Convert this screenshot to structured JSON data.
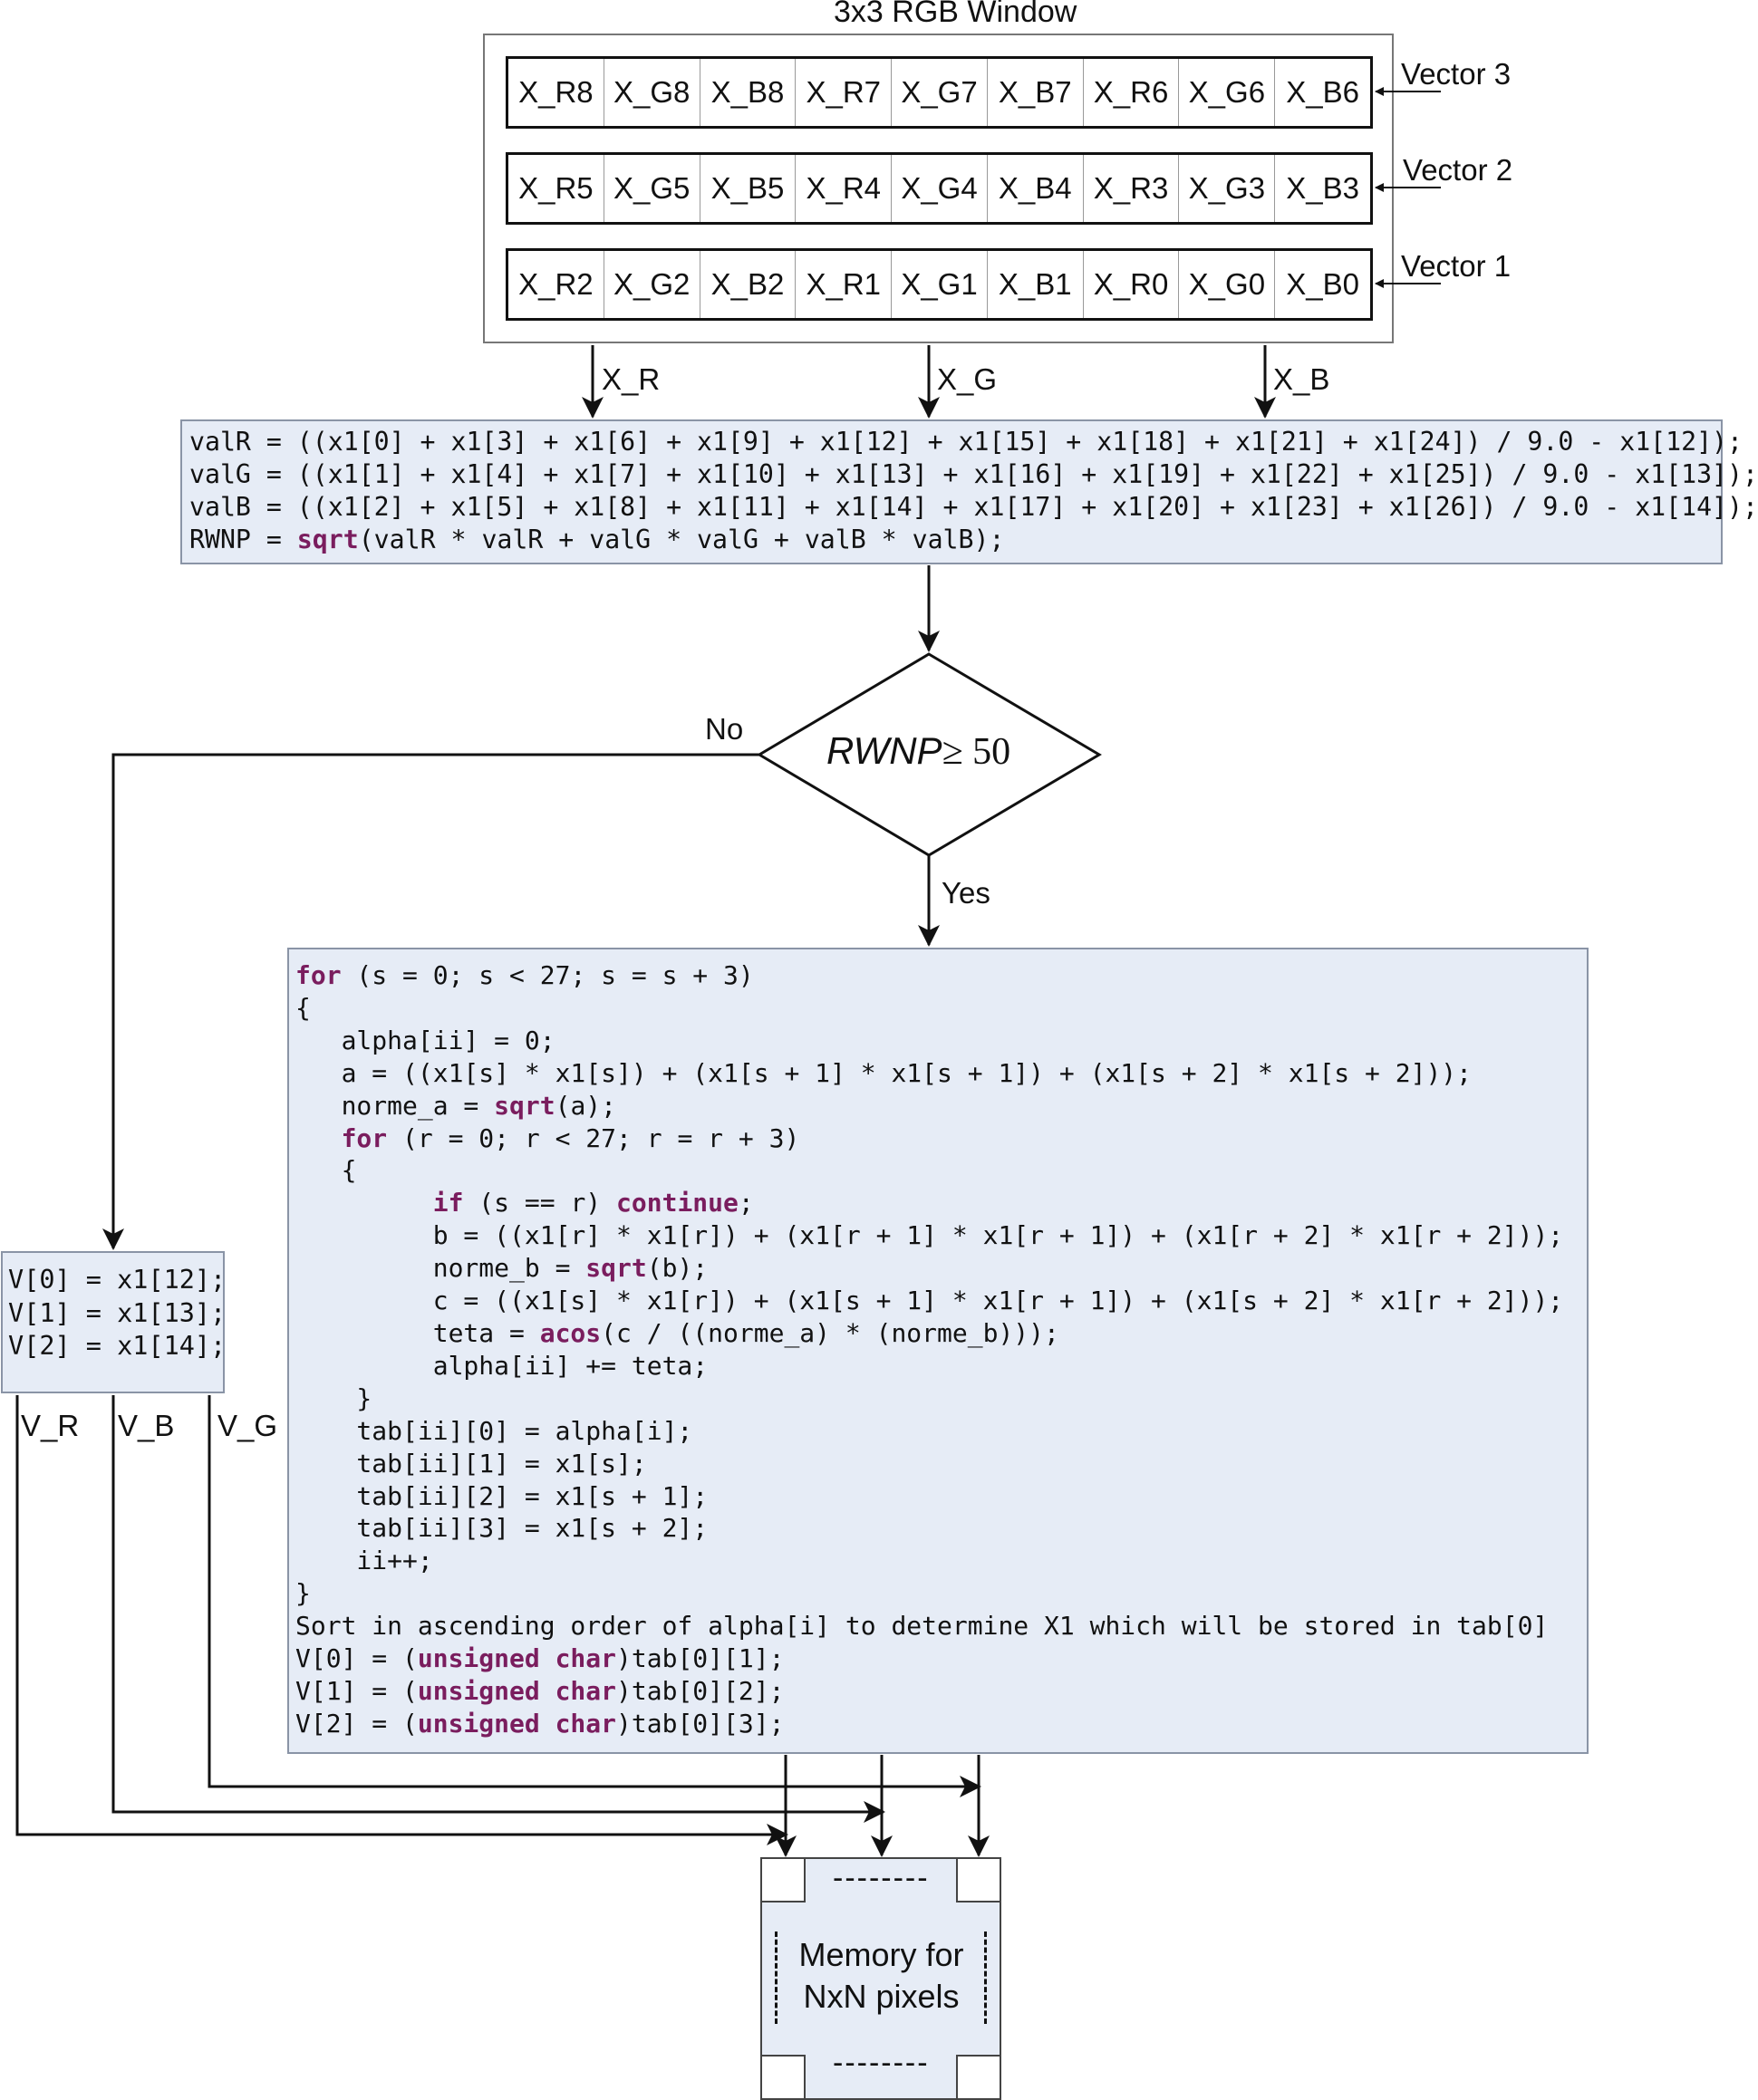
{
  "title": "3x3 RGB Window",
  "vectors": [
    {
      "label": "Vector 3",
      "cells": [
        "X_R8",
        "X_G8",
        "X_B8",
        "X_R7",
        "X_G7",
        "X_B7",
        "X_R6",
        "X_G6",
        "X_B6"
      ]
    },
    {
      "label": "Vector 2",
      "cells": [
        "X_R5",
        "X_G5",
        "X_B5",
        "X_R4",
        "X_G4",
        "X_B4",
        "X_R3",
        "X_G3",
        "X_B3"
      ]
    },
    {
      "label": "Vector 1",
      "cells": [
        "X_R2",
        "X_G2",
        "X_B2",
        "X_R1",
        "X_G1",
        "X_B1",
        "X_R0",
        "X_G0",
        "X_B0"
      ]
    }
  ],
  "channel_labels": {
    "r": "X_R",
    "g": "X_G",
    "b": "X_B"
  },
  "code_top": [
    "valR = ((x1[0] + x1[3] + x1[6] + x1[9] + x1[12] + x1[15] + x1[18] + x1[21] + x1[24]) / 9.0 - x1[12]);",
    "valG = ((x1[1] + x1[4] + x1[7] + x1[10] + x1[13] + x1[16] + x1[19] + x1[22] + x1[25]) / 9.0 - x1[13]);",
    "valB = ((x1[2] + x1[5] + x1[8] + x1[11] + x1[14] + x1[17] + x1[20] + x1[23] + x1[26]) / 9.0 - x1[14]);",
    "RWNP = sqrt(valR * valR + valG * valG + valB * valB);"
  ],
  "decision": {
    "var": "RWNP",
    "op": "≥ 50",
    "no": "No",
    "yes": "Yes"
  },
  "code_main": [
    "for (s = 0; s < 27; s = s + 3)",
    "{",
    "   alpha[ii] = 0;",
    "   a = ((x1[s] * x1[s]) + (x1[s + 1] * x1[s + 1]) + (x1[s + 2] * x1[s + 2]));",
    "   norme_a = sqrt(a);",
    "   for (r = 0; r < 27; r = r + 3)",
    "   {",
    "         if (s == r) continue;",
    "         b = ((x1[r] * x1[r]) + (x1[r + 1] * x1[r + 1]) + (x1[r + 2] * x1[r + 2]));",
    "         norme_b = sqrt(b);",
    "         c = ((x1[s] * x1[r]) + (x1[s + 1] * x1[r + 1]) + (x1[s + 2] * x1[r + 2]));",
    "         teta = acos(c / ((norme_a) * (norme_b)));",
    "         alpha[ii] += teta;",
    "    }",
    "    tab[ii][0] = alpha[i];",
    "    tab[ii][1] = x1[s];",
    "    tab[ii][2] = x1[s + 1];",
    "    tab[ii][3] = x1[s + 2];",
    "    ii++;",
    "}",
    "Sort in ascending order of alpha[i] to determine X1 which will be stored in tab[0]",
    "V[0] = (unsigned char)tab[0][1];",
    "V[1] = (unsigned char)tab[0][2];",
    "V[2] = (unsigned char)tab[0][3];"
  ],
  "code_else": [
    "V[0] = x1[12];",
    "V[1] = x1[13];",
    "V[2] = x1[14];"
  ],
  "output_labels": [
    "V_R",
    "V_B",
    "V_G"
  ],
  "memory": {
    "line1": "Memory for",
    "line2": "NxN pixels",
    "dashes": "--------"
  },
  "keywords": [
    "for",
    "if",
    "continue",
    "unsigned",
    "char",
    "sqrt",
    "acos"
  ]
}
